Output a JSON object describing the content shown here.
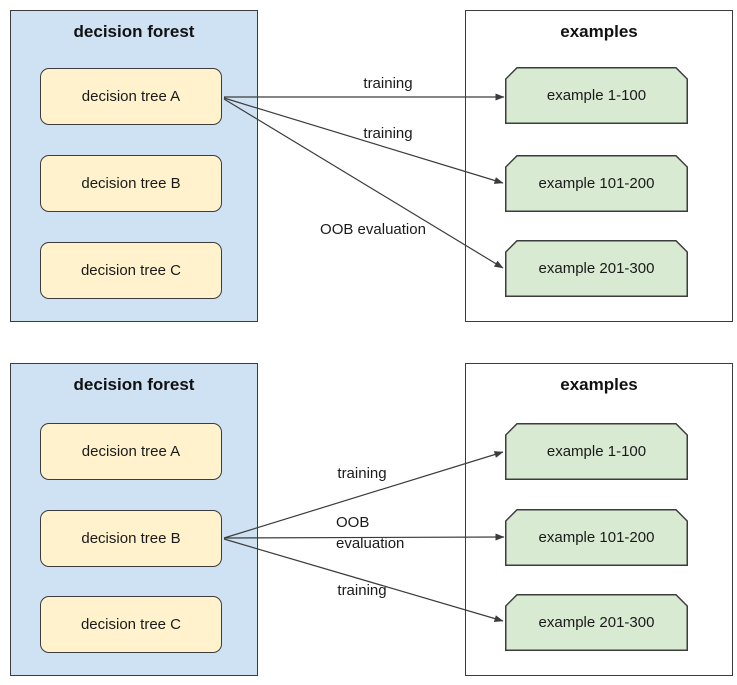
{
  "colors": {
    "forest_fill": "#cfe2f3",
    "tree_fill": "#fff2cc",
    "example_fill": "#d9ead3",
    "border": "#3c3c3c",
    "arrow": "#3c3c3c"
  },
  "diagrams": [
    {
      "forest": {
        "title": "decision forest",
        "trees": [
          "decision tree A",
          "decision tree B",
          "decision tree C"
        ]
      },
      "examples": {
        "title": "examples",
        "items": [
          "example 1-100",
          "example 101-200",
          "example 201-300"
        ]
      },
      "arrows": [
        {
          "from": "decision tree A",
          "to": "example 1-100",
          "label": "training"
        },
        {
          "from": "decision tree A",
          "to": "example 101-200",
          "label": "training"
        },
        {
          "from": "decision tree A",
          "to": "example 201-300",
          "label": "OOB evaluation"
        }
      ]
    },
    {
      "forest": {
        "title": "decision forest",
        "trees": [
          "decision tree A",
          "decision tree B",
          "decision tree C"
        ]
      },
      "examples": {
        "title": "examples",
        "items": [
          "example 1-100",
          "example 101-200",
          "example 201-300"
        ]
      },
      "arrows": [
        {
          "from": "decision tree B",
          "to": "example 1-100",
          "label": "training"
        },
        {
          "from": "decision tree B",
          "to": "example 101-200",
          "label": "OOB evaluation"
        },
        {
          "from": "decision tree B",
          "to": "example 201-300",
          "label": "training"
        }
      ]
    }
  ]
}
